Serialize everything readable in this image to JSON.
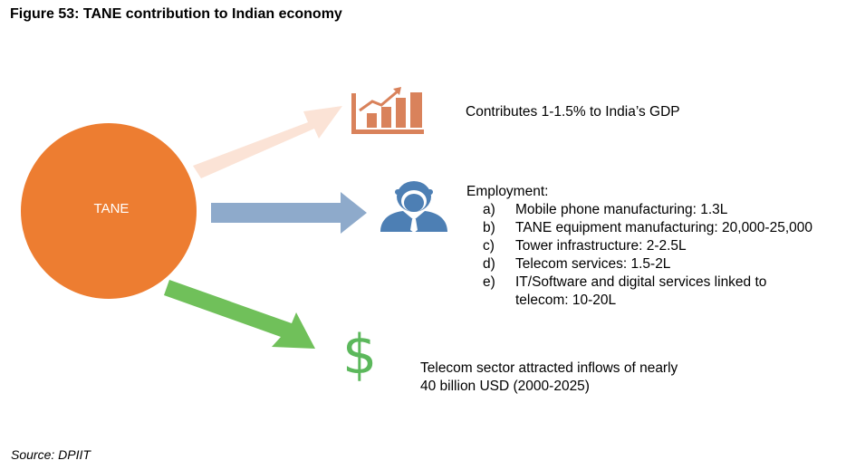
{
  "title": "Figure 53: TANE contribution to Indian economy",
  "center_label": "TANE",
  "gdp": {
    "text": "Contributes 1-1.5% to India’s GDP",
    "icon": "bar-chart-growth-icon"
  },
  "employment": {
    "title": "Employment:",
    "icon": "business-person-icon",
    "items": [
      {
        "marker": "a)",
        "text": "Mobile phone manufacturing: 1.3L"
      },
      {
        "marker": "b)",
        "text": "TANE equipment manufacturing: 20,000-25,000"
      },
      {
        "marker": "c)",
        "text": "Tower infrastructure: 2-2.5L"
      },
      {
        "marker": "d)",
        "text": "Telecom services: 1.5-2L"
      },
      {
        "marker": "e)",
        "text": "IT/Software and digital services linked to telecom: 10-20L"
      }
    ]
  },
  "inflows": {
    "text": "Telecom sector attracted inflows of nearly 40 billion USD (2000-2025)",
    "icon": "dollar-icon",
    "symbol": "$"
  },
  "source": "Source: DPIIT",
  "colors": {
    "circle": "#ed7d31",
    "arrow_gdp": "#fbe3d6",
    "arrow_employment": "#8eaacb",
    "arrow_inflows": "#70c05a",
    "icon_chart": "#d9825b",
    "icon_person": "#4d7fb4",
    "icon_dollar": "#5cb85c"
  }
}
